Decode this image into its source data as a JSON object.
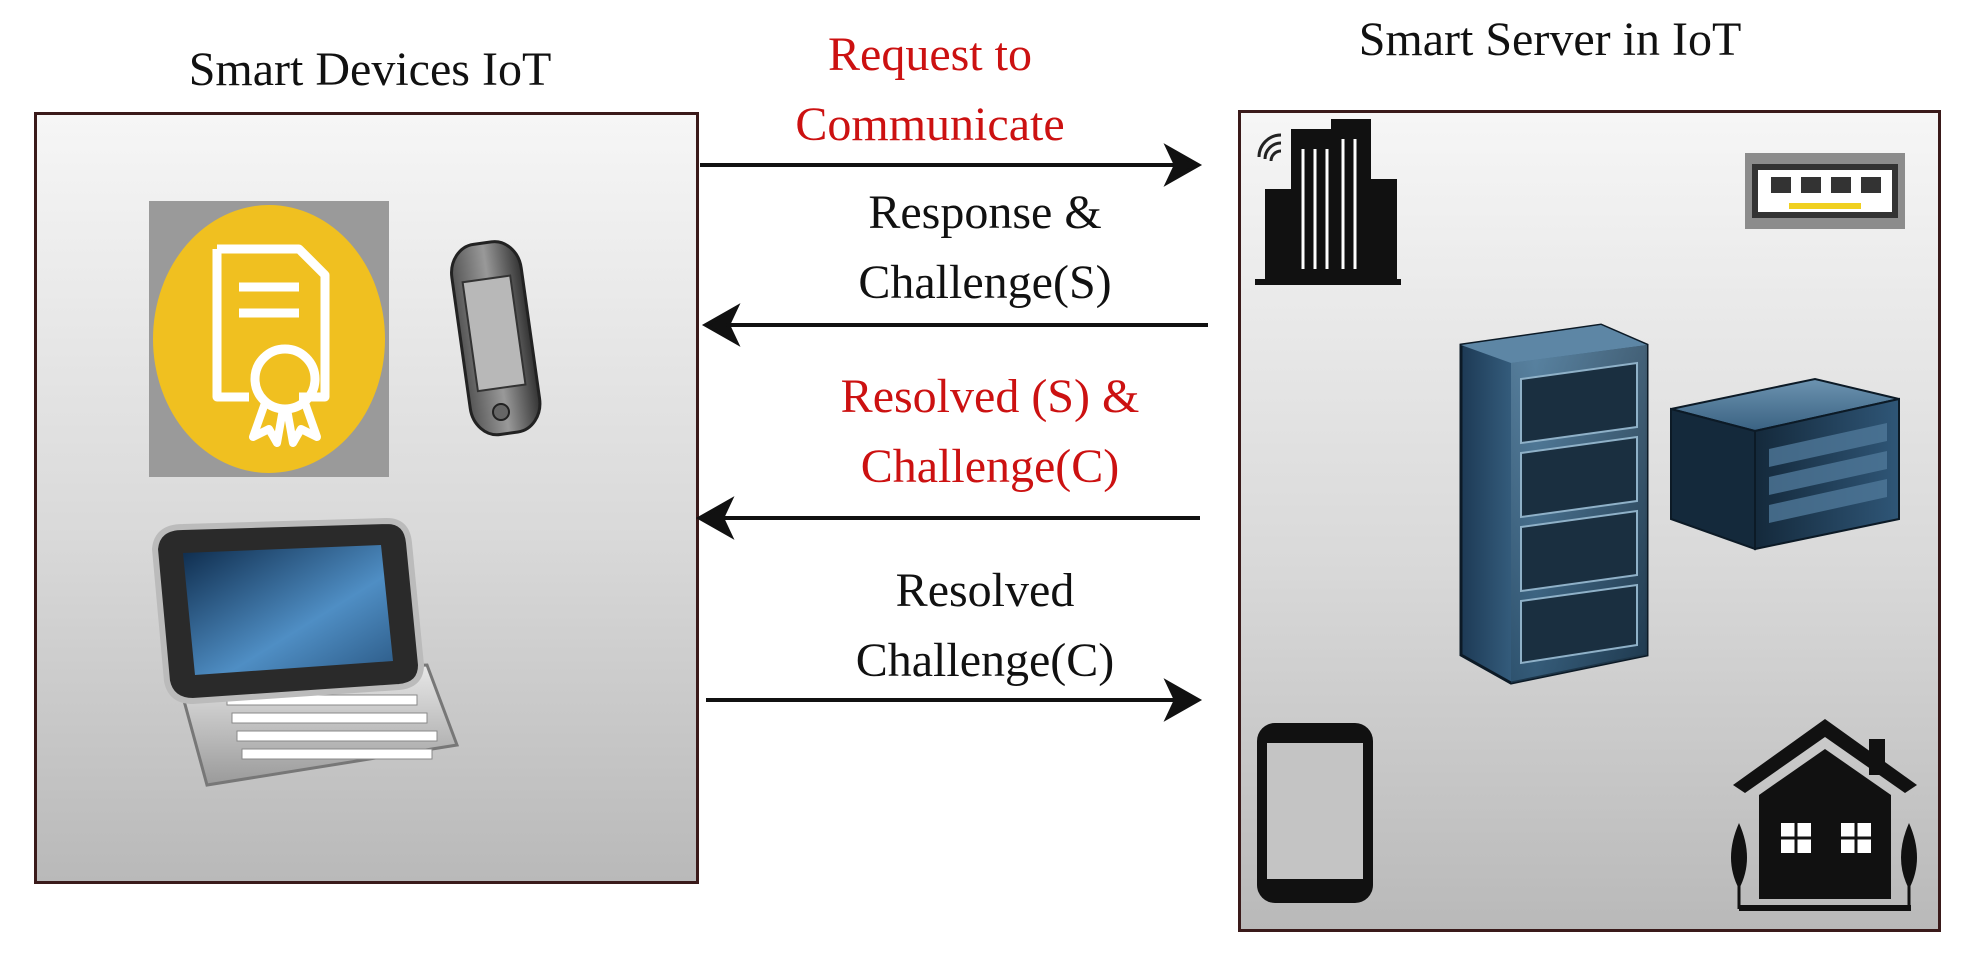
{
  "left_panel": {
    "title": "Smart Devices IoT",
    "icons": [
      "certificate-badge-icon",
      "smartphone-icon",
      "handheld-computer-icon"
    ]
  },
  "right_panel": {
    "title": "Smart Server in IoT",
    "icons": [
      "smart-building-icon",
      "network-switch-icon",
      "server-rack-icon",
      "server-unit-icon",
      "tablet-icon",
      "smart-home-icon"
    ]
  },
  "messages": [
    {
      "text_line1": "Request to",
      "text_line2": "Communicate",
      "direction": "right",
      "color": "#cc1111"
    },
    {
      "text_line1": "Response &",
      "text_line2": "Challenge(S)",
      "direction": "left",
      "color": "#111111"
    },
    {
      "text_line1": "Resolved (S) &",
      "text_line2": "Challenge(C)",
      "direction": "left",
      "color": "#cc1111"
    },
    {
      "text_line1": "Resolved",
      "text_line2": "Challenge(C)",
      "direction": "right",
      "color": "#111111"
    }
  ],
  "colors": {
    "border": "#3a1a1a",
    "accent_red": "#cc1111",
    "certificate_yellow": "#f0c020"
  }
}
